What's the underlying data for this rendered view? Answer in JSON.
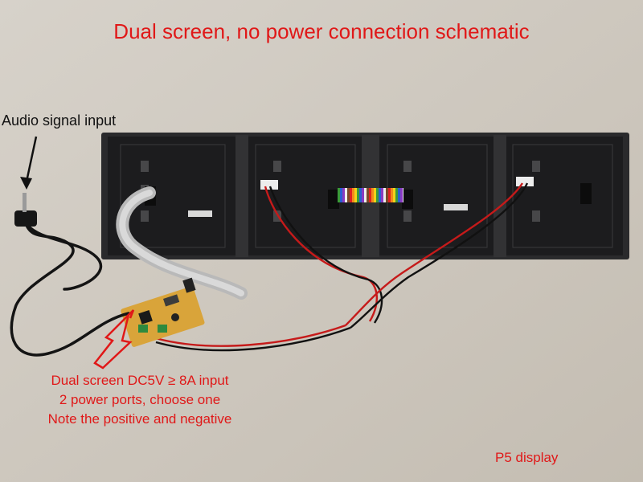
{
  "title": "Dual screen, no power connection schematic",
  "audio_label": "Audio signal input",
  "power_note": {
    "line1": "Dual screen DC5V ≥ 8A input",
    "line2": "2 power ports, choose one",
    "line3": "Note the positive and negative"
  },
  "display_label": "P5 display",
  "colors": {
    "annotation": "#e01818",
    "background": "#cfc9c0"
  }
}
